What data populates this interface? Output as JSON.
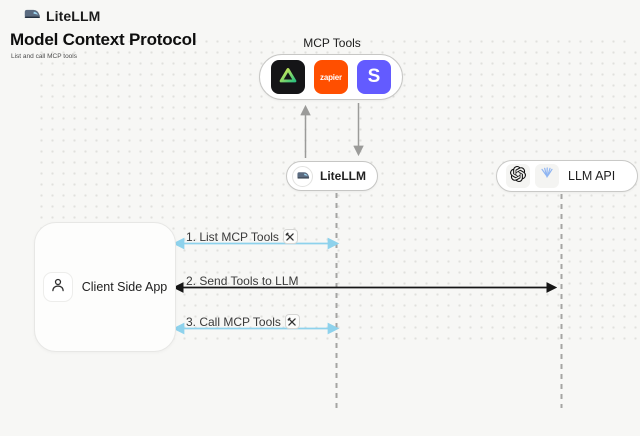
{
  "brand": {
    "name": "LiteLLM"
  },
  "header": {
    "title": "Model Context Protocol",
    "subtitle": "List and call MCP tools"
  },
  "mcp_group": {
    "label": "MCP Tools",
    "tools": [
      {
        "id": "triangle-tool",
        "icon": "triangle-gradient-icon"
      },
      {
        "id": "zapier-tool",
        "label": "zapier",
        "color": "#ff4f00"
      },
      {
        "id": "stripe-tool",
        "label": "S",
        "color": "#635bff"
      }
    ]
  },
  "nodes": {
    "litellm": {
      "label": "LiteLLM",
      "icon": "litellm-train-icon"
    },
    "llm_api": {
      "label": "LLM API",
      "icons": [
        "openai-icon",
        "provider-icon"
      ]
    },
    "client": {
      "label": "Client Side App",
      "icon": "person-icon"
    }
  },
  "messages": [
    {
      "label": "1. List MCP Tools",
      "badge": "crossed-tools-icon",
      "arrow_color": "#8ed2ec",
      "direction": "both"
    },
    {
      "label": "2. Send Tools to LLM",
      "badge": null,
      "arrow_color": "#161616",
      "direction": "both"
    },
    {
      "label": "3. Call MCP Tools",
      "badge": "crossed-tools-icon",
      "arrow_color": "#8ed2ec",
      "direction": "both"
    }
  ],
  "colors": {
    "background": "#f7f7f5",
    "blue_arrow": "#8ed2ec",
    "black_arrow": "#161616",
    "gray_arrow": "#9b9b99",
    "lifeline": "#a5a5a3",
    "zapier_orange": "#ff4f00",
    "stripe_purple": "#635bff",
    "tool_dark": "#151517"
  }
}
